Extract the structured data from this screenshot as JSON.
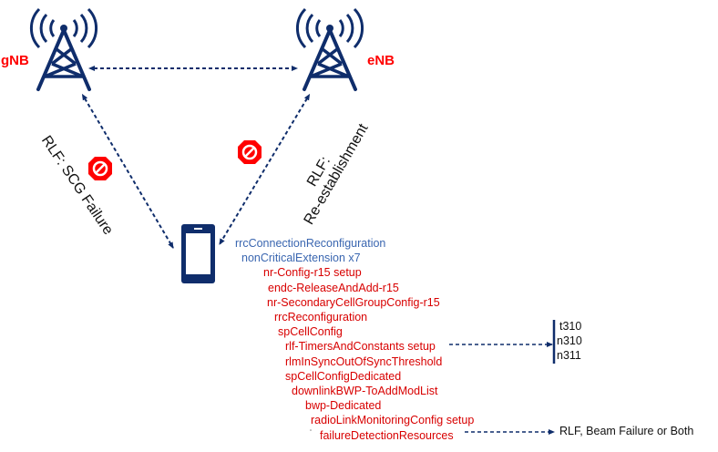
{
  "nodes": {
    "gnb_label": "gNB",
    "enb_label": "eNB"
  },
  "links": {
    "gnb_ue_label": "RLF: SCG Failure",
    "enb_ue_label_line1": "RLF:",
    "enb_ue_label_line2": "Re-establishment"
  },
  "icons": {
    "tower": "cell-tower-icon",
    "phone": "smartphone-icon",
    "prohibited": "prohibited-icon"
  },
  "message_tree": [
    {
      "text": "rrcConnectionReconfiguration",
      "color": "blue",
      "level": 0
    },
    {
      "text": "nonCriticalExtension x7",
      "color": "blue",
      "level": 1
    },
    {
      "text": "nr-Config-r15 setup",
      "color": "red",
      "level": 2
    },
    {
      "text": "endc-ReleaseAndAdd-r15",
      "color": "red",
      "level": 3
    },
    {
      "text": "nr-SecondaryCellGroupConfig-r15",
      "color": "red",
      "level": 3
    },
    {
      "text": "rrcReconfiguration",
      "color": "red",
      "level": 4
    },
    {
      "text": "spCellConfig",
      "color": "red",
      "level": 5
    },
    {
      "text": "rlf-TimersAndConstants setup",
      "color": "red",
      "level": 6
    },
    {
      "text": "rlmInSyncOutOfSyncThreshold",
      "color": "red",
      "level": 6
    },
    {
      "text": "spCellConfigDedicated",
      "color": "red",
      "level": 6
    },
    {
      "text": "downlinkBWP-ToAddModList",
      "color": "red",
      "level": 7
    },
    {
      "text": "bwp-Dedicated",
      "color": "red",
      "level": 8
    },
    {
      "text": "radioLinkMonitoringConfig setup",
      "color": "red",
      "level": 9
    },
    {
      "text": "failureDetectionResources",
      "color": "red",
      "level": 10
    }
  ],
  "timer_params": [
    "t310",
    "n310",
    "n311"
  ],
  "failure_result": "RLF, Beam Failure or Both",
  "colors": {
    "navy": "#0f2d6b",
    "node_label": "#ff0000",
    "stop_sign": "#ff0000",
    "blue_text": "#3a66b0",
    "red_text": "#d80000"
  }
}
